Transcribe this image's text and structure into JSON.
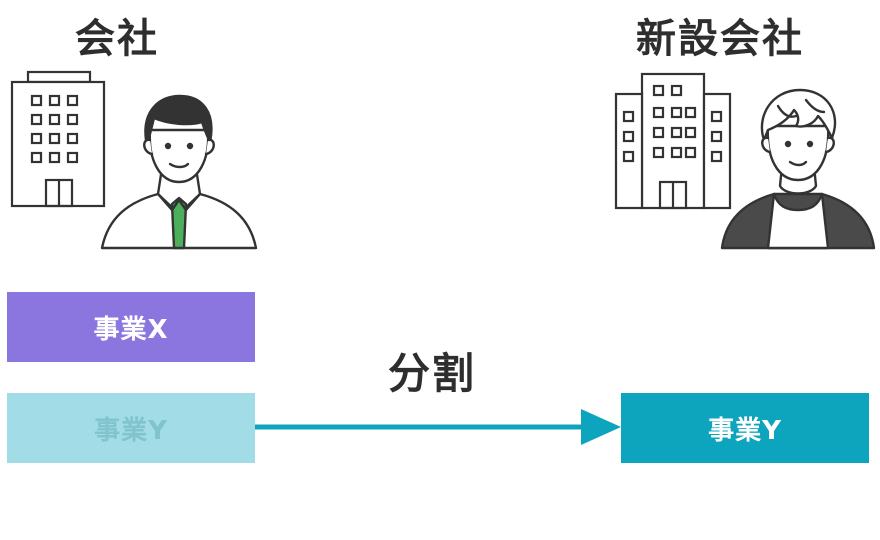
{
  "left": {
    "title": "会社",
    "business_x": "事業X",
    "business_y": "事業Y"
  },
  "right": {
    "title": "新設会社",
    "business_y": "事業Y"
  },
  "action": "分割",
  "colors": {
    "business_x": "#8a76de",
    "business_y_faded": "#a2dce6",
    "business_y_new": "#0da5be",
    "arrow": "#0da5be",
    "tie": "#4caf5a",
    "jacket": "#4a4a4a"
  }
}
